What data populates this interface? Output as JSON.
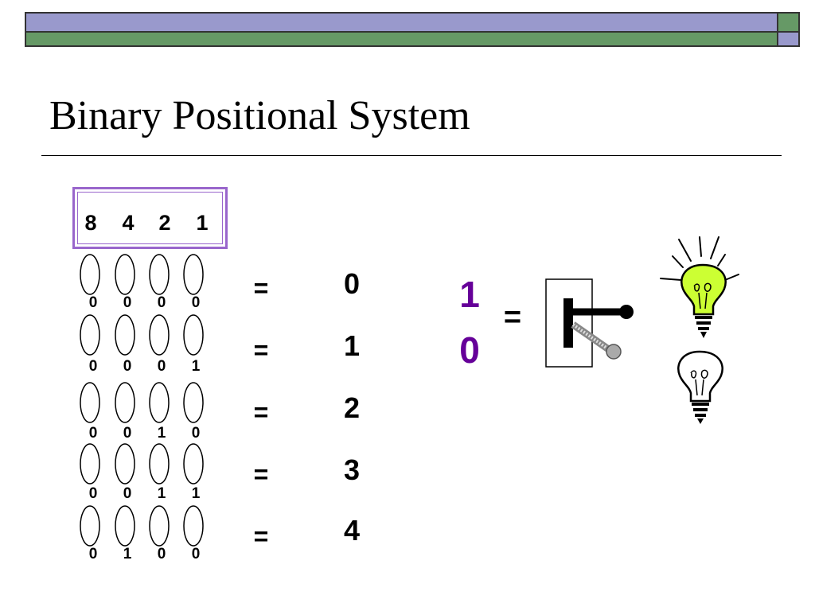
{
  "slide": {
    "title": "Binary Positional System"
  },
  "place_values": [
    "8",
    "4",
    "2",
    "1"
  ],
  "rows": [
    {
      "bits": [
        "0",
        "0",
        "0",
        "0"
      ],
      "equals": "=",
      "value": "0"
    },
    {
      "bits": [
        "0",
        "0",
        "0",
        "1"
      ],
      "equals": "=",
      "value": "1"
    },
    {
      "bits": [
        "0",
        "0",
        "1",
        "0"
      ],
      "equals": "=",
      "value": "2"
    },
    {
      "bits": [
        "0",
        "0",
        "1",
        "1"
      ],
      "equals": "=",
      "value": "3"
    },
    {
      "bits": [
        "0",
        "1",
        "0",
        "0"
      ],
      "equals": "=",
      "value": "4"
    }
  ],
  "switch_panel": {
    "one": "1",
    "zero": "0",
    "equals": "="
  },
  "colors": {
    "band_top": "#9999CC",
    "band_bottom": "#669966",
    "box_border": "#9966CC",
    "binary_digits": "#660099",
    "bulb_on": "#CCFF33"
  },
  "icons": [
    "light-switch-icon",
    "lightbulb-on-icon",
    "lightbulb-off-icon"
  ]
}
